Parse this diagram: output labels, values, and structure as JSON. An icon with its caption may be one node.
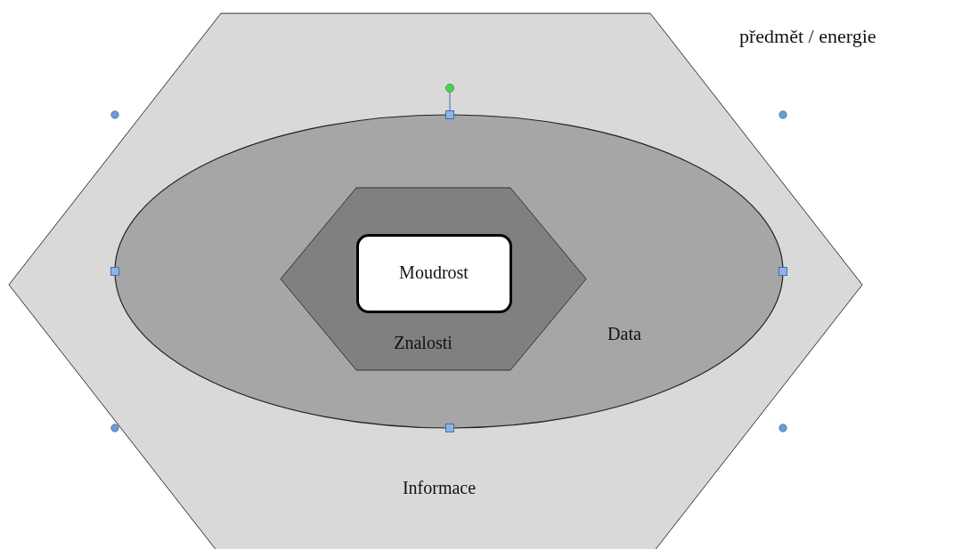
{
  "diagram": {
    "nodes": [
      {
        "text": [
          "Informace"
        ]
      },
      {
        "text": [
          "Data"
        ],
        "in": 0
      },
      {
        "text": [
          "Znalosti"
        ],
        "in": 1
      },
      {
        "text": [
          "Moudrost"
        ],
        "in": 2
      }
    ],
    "labels": [
      "předmět / energie"
    ]
  }
}
